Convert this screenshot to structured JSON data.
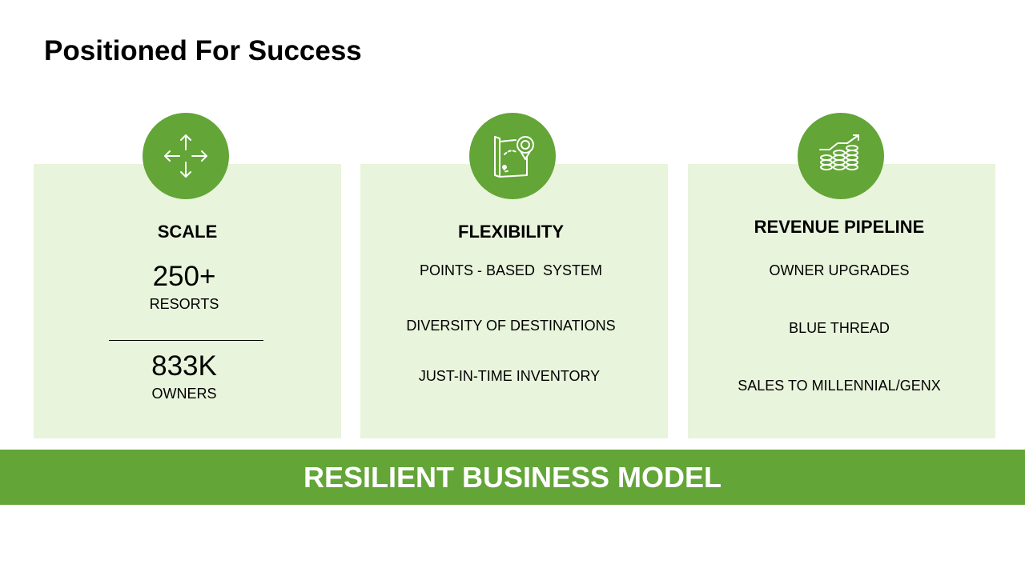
{
  "title": "Positioned For Success",
  "accent_color": "#63a537",
  "card_color": "#e9f4dc",
  "cards": {
    "scale": {
      "icon": "arrows-expand-icon",
      "heading": "SCALE",
      "stat1_value": "250+",
      "stat1_label": "RESORTS",
      "stat2_value": "833K",
      "stat2_label": "OWNERS"
    },
    "flexibility": {
      "icon": "map-pin-icon",
      "heading": "FLEXIBILITY",
      "items": [
        "POINTS - BASED  SYSTEM",
        "DIVERSITY OF DESTINATIONS",
        "JUST-IN-TIME INVENTORY"
      ]
    },
    "revenue": {
      "icon": "coins-growth-chart-icon",
      "heading": "REVENUE PIPELINE",
      "items": [
        "OWNER UPGRADES",
        "BLUE THREAD",
        "SALES TO MILLENNIAL/GENX"
      ]
    }
  },
  "banner": "RESILIENT BUSINESS MODEL"
}
